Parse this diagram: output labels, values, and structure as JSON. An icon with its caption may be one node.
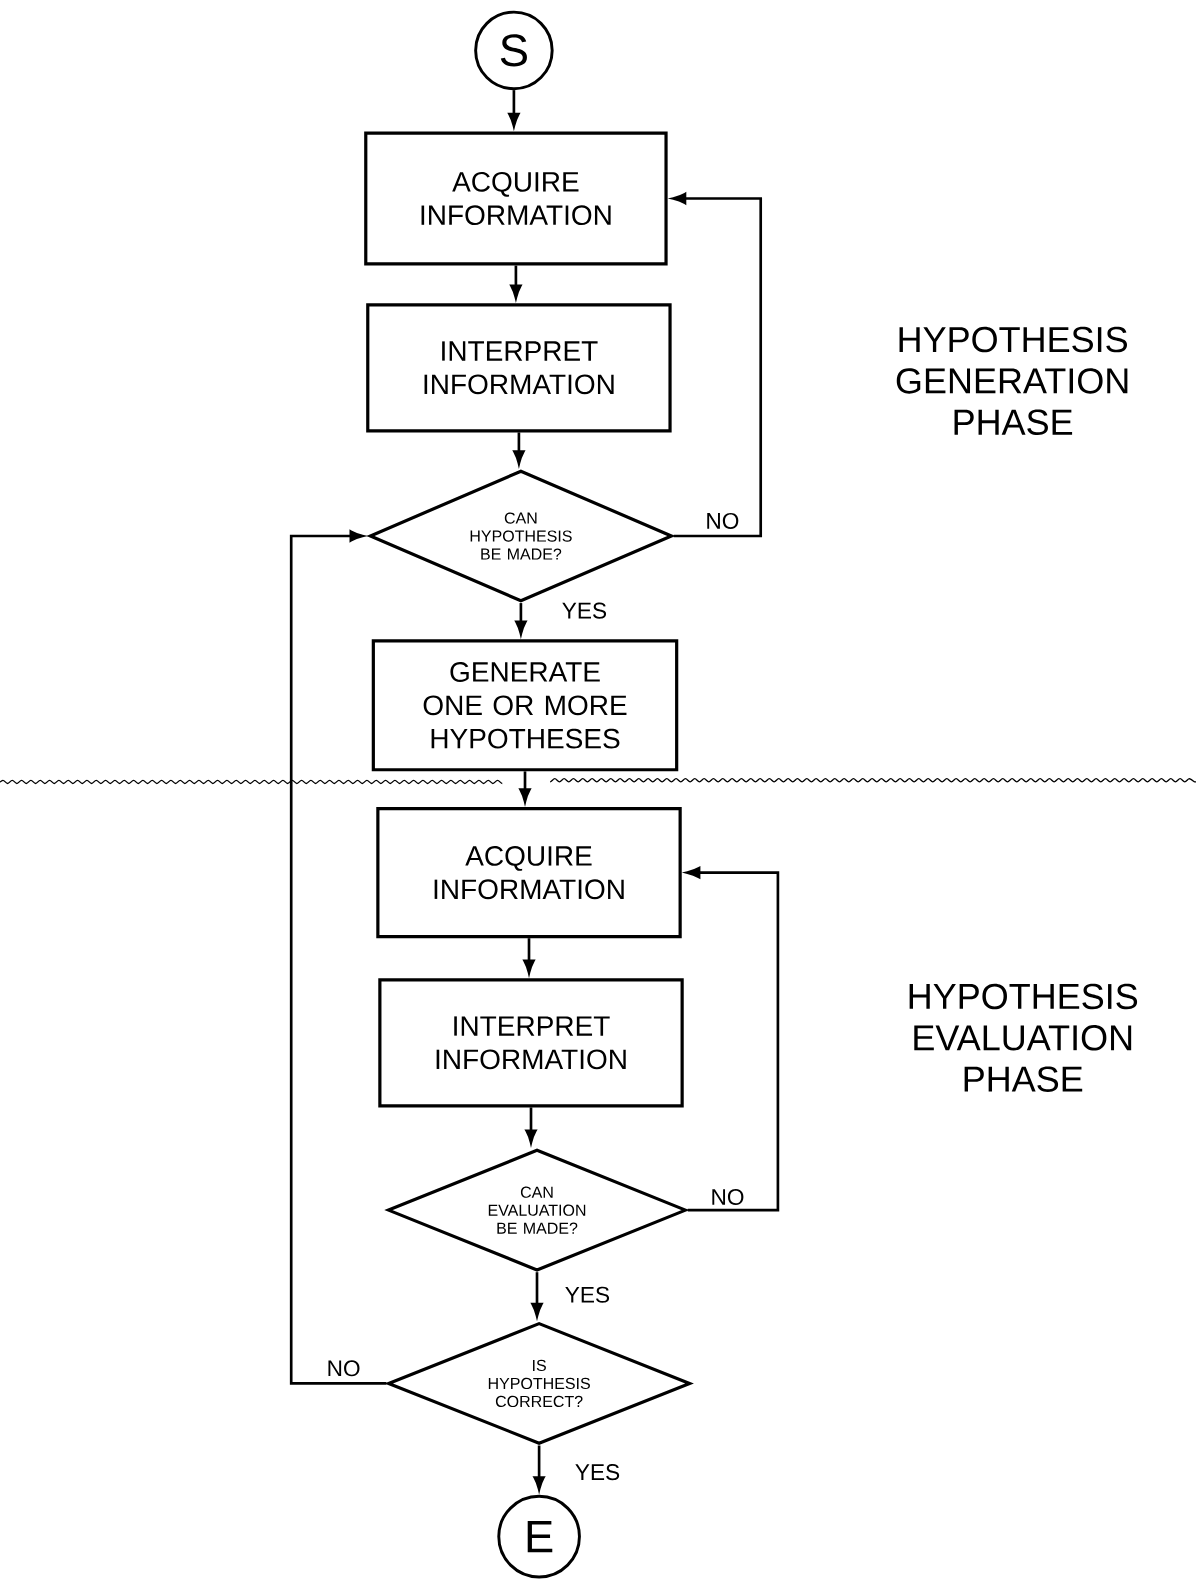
{
  "diagram": {
    "nodes": [
      {
        "text": [
          "S"
        ]
      },
      {
        "text": [
          "ACQUIRE INFORMATION"
        ]
      },
      {
        "text": [
          "INTERPRET INFORMATION"
        ]
      },
      {
        "text": [
          "CAN HYPOTHESIS BE MADE?"
        ]
      },
      {
        "text": [
          "GENERATE ONE OR MORE HYPOTHESES"
        ]
      },
      {
        "text": [
          "ACQUIRE INFORMATION"
        ]
      },
      {
        "text": [
          "INTERPRET INFORMATION"
        ]
      },
      {
        "text": [
          "CAN EVALUATION BE MADE?"
        ]
      },
      {
        "text": [
          "IS HYPOTHESIS CORRECT?"
        ]
      },
      {
        "text": [
          "E"
        ]
      }
    ],
    "edges": [
      {
        "from": 0,
        "to": 1,
        "arrow": "to"
      },
      {
        "from": 1,
        "to": 2,
        "arrow": "to"
      },
      {
        "from": 2,
        "to": 3,
        "arrow": "to"
      },
      {
        "from": 3,
        "to": 1,
        "arrow": "to",
        "label": "NO"
      },
      {
        "from": 3,
        "to": 4,
        "arrow": "to",
        "label": "YES"
      },
      {
        "from": 4,
        "to": 5,
        "arrow": "to"
      },
      {
        "from": 5,
        "to": 6,
        "arrow": "to"
      },
      {
        "from": 6,
        "to": 7,
        "arrow": "to"
      },
      {
        "from": 7,
        "to": 5,
        "arrow": "to",
        "label": "NO"
      },
      {
        "from": 7,
        "to": 8,
        "arrow": "to",
        "label": "YES"
      },
      {
        "from": 8,
        "to": 3,
        "arrow": "to",
        "label": "NO"
      },
      {
        "from": 8,
        "to": 9,
        "arrow": "to",
        "label": "YES"
      }
    ],
    "labels": [
      "HYPOTHESIS GENERATION PHASE",
      "HYPOTHESIS EVALUATION PHASE"
    ]
  }
}
